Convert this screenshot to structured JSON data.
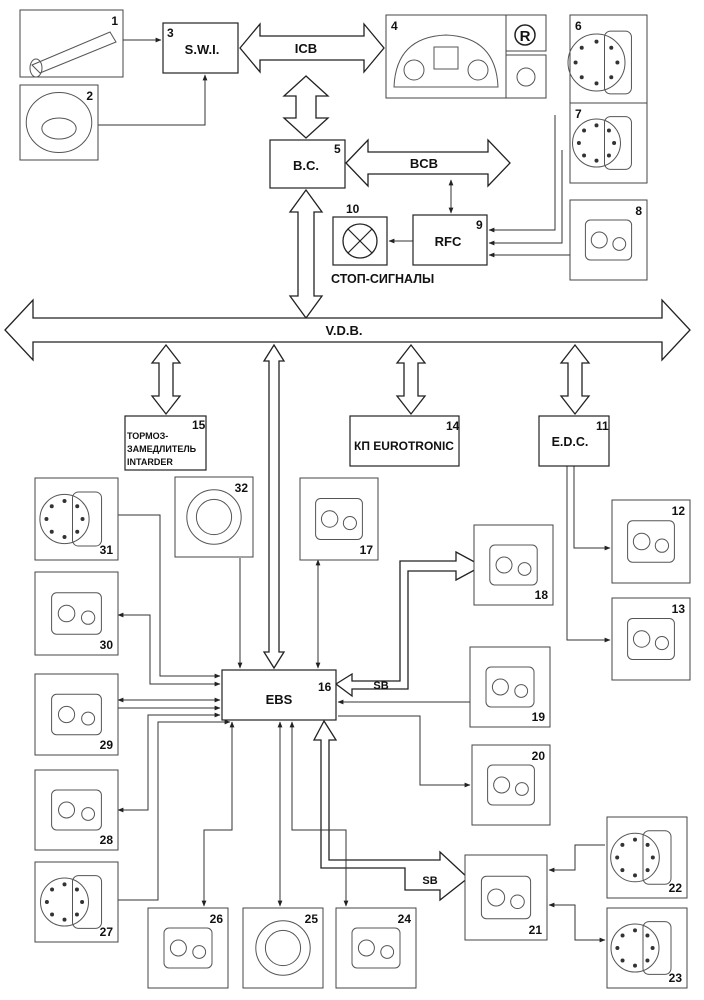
{
  "buses": {
    "icb": "ICB",
    "bcb": "BCB",
    "vdb": "V.D.B.",
    "sb_upper": "SB",
    "sb_lower": "SB"
  },
  "modules": {
    "swi": {
      "number": "3",
      "label": "S.W.I."
    },
    "bc": {
      "number": "5",
      "label": "B.C."
    },
    "rfc": {
      "number": "9",
      "label": "RFC"
    },
    "edc": {
      "number": "11",
      "label": "E.D.C."
    },
    "eurotronic": {
      "number": "14",
      "label": "КП EUROTRONIC"
    },
    "intarder": {
      "number": "15",
      "label_lines": [
        "ТОРМОЗ-",
        "ЗАМЕДЛИТЕЛЬ",
        "INTARDER"
      ]
    },
    "ebs": {
      "number": "16",
      "label": "EBS"
    }
  },
  "stop_lamp": {
    "number": "10",
    "label": "СТОП-СИГНАЛЫ"
  },
  "cluster_symbols": {
    "reverse": "R"
  },
  "components": {
    "c1": "1",
    "c2": "2",
    "c4": "4",
    "c6": "6",
    "c7": "7",
    "c8": "8",
    "c12": "12",
    "c13": "13",
    "c17": "17",
    "c18": "18",
    "c19": "19",
    "c20": "20",
    "c21": "21",
    "c22": "22",
    "c23": "23",
    "c24": "24",
    "c25": "25",
    "c26": "26",
    "c27": "27",
    "c28": "28",
    "c29": "29",
    "c30": "30",
    "c31": "31",
    "c32": "32"
  }
}
